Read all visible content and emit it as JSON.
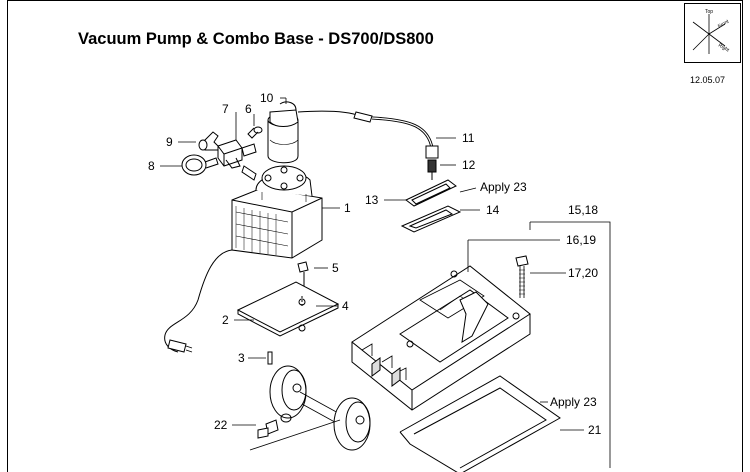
{
  "header": {
    "title": "Vacuum Pump & Combo Base - DS700/DS800",
    "date": "12.05.07"
  },
  "orientation": {
    "top": "Top",
    "front": "Front",
    "right": "Right"
  },
  "callouts": {
    "c1": "1",
    "c2": "2",
    "c3": "3",
    "c4": "4",
    "c5": "5",
    "c6": "6",
    "c7": "7",
    "c8": "8",
    "c9": "9",
    "c10": "10",
    "c11": "11",
    "c12": "12",
    "c13": "13",
    "c14": "14",
    "c15_18": "15,18",
    "c16_19": "16,19",
    "c17_20": "17,20",
    "c21": "21",
    "c22": "22",
    "apply_top": "Apply 23",
    "apply_bottom": "Apply 23"
  }
}
